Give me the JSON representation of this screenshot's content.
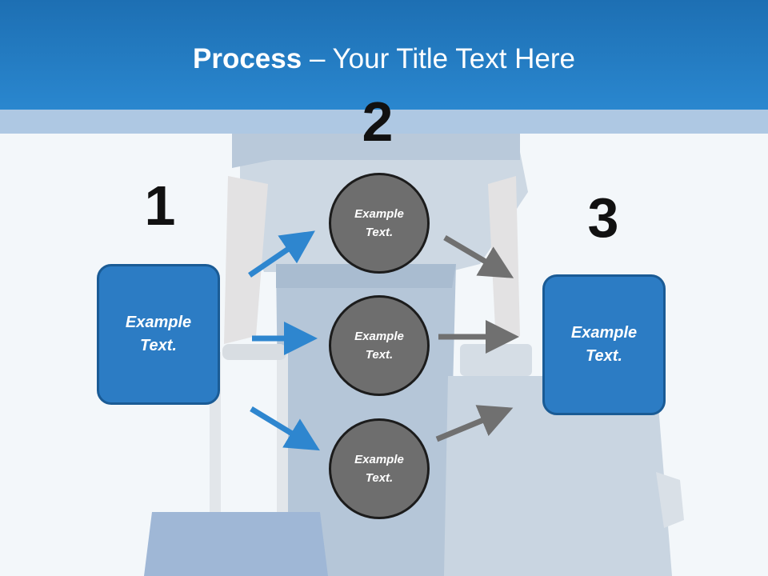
{
  "slide": {
    "title_bold": "Process",
    "title_rest": " – Your Title Text Here"
  },
  "steps": {
    "one": "1",
    "two": "2",
    "three": "3"
  },
  "boxes": {
    "left": "Example Text.",
    "right": "Example Text."
  },
  "circles": [
    {
      "text": "Example Text."
    },
    {
      "text": "Example Text."
    },
    {
      "text": "Example Text."
    }
  ],
  "colors": {
    "header": "#2a87cf",
    "box_fill": "#2c7cc4",
    "circle_fill": "#6e6e6e",
    "arrow_blue": "#2e86cf",
    "arrow_gray": "#707070"
  }
}
